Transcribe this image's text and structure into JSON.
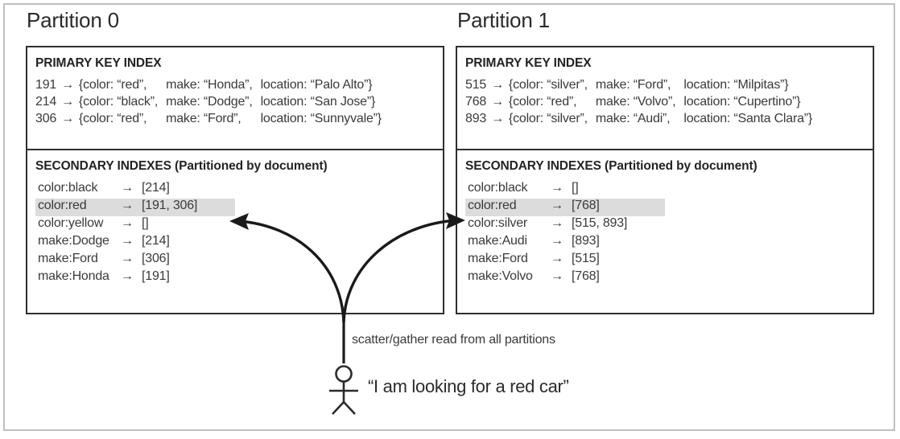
{
  "figure": {
    "partitions": [
      {
        "title": "Partition 0",
        "primary": {
          "heading": "PRIMARY KEY INDEX",
          "rows": [
            {
              "key": "191",
              "arrow": "→",
              "color": "{color: “red”,",
              "make": "make: “Honda”,",
              "location": "location: “Palo Alto”}"
            },
            {
              "key": "214",
              "arrow": "→",
              "color": "{color: “black”,",
              "make": "make: “Dodge”,",
              "location": "location: “San Jose”}"
            },
            {
              "key": "306",
              "arrow": "→",
              "color": "{color: “red”,",
              "make": "make: “Ford”,",
              "location": "location: “Sunnyvale”}"
            }
          ]
        },
        "secondary": {
          "heading": "SECONDARY INDEXES (Partitioned by document)",
          "rows": [
            {
              "term": "color:black",
              "arrow": "→",
              "postings": "[214]",
              "highlighted": false
            },
            {
              "term": "color:red",
              "arrow": "→",
              "postings": "[191, 306]",
              "highlighted": true
            },
            {
              "term": "color:yellow",
              "arrow": "→",
              "postings": "[]",
              "highlighted": false
            },
            {
              "term": "make:Dodge",
              "arrow": "→",
              "postings": "[214]",
              "highlighted": false
            },
            {
              "term": "make:Ford",
              "arrow": "→",
              "postings": "[306]",
              "highlighted": false
            },
            {
              "term": "make:Honda",
              "arrow": "→",
              "postings": "[191]",
              "highlighted": false
            }
          ]
        }
      },
      {
        "title": "Partition 1",
        "primary": {
          "heading": "PRIMARY KEY INDEX",
          "rows": [
            {
              "key": "515",
              "arrow": "→",
              "color": "{color: “silver”,",
              "make": "make: “Ford”,",
              "location": "location: “Milpitas”}"
            },
            {
              "key": "768",
              "arrow": "→",
              "color": "{color: “red”,",
              "make": "make: “Volvo”,",
              "location": "location: “Cupertino”}"
            },
            {
              "key": "893",
              "arrow": "→",
              "color": "{color: “silver”,",
              "make": "make: “Audi”,",
              "location": "location: “Santa Clara”}"
            }
          ]
        },
        "secondary": {
          "heading": "SECONDARY INDEXES (Partitioned by document)",
          "rows": [
            {
              "term": "color:black",
              "arrow": "→",
              "postings": "[]",
              "highlighted": false
            },
            {
              "term": "color:red",
              "arrow": "→",
              "postings": "[768]",
              "highlighted": true
            },
            {
              "term": "color:silver",
              "arrow": "→",
              "postings": "[515, 893]",
              "highlighted": false
            },
            {
              "term": "make:Audi",
              "arrow": "→",
              "postings": "[893]",
              "highlighted": false
            },
            {
              "term": "make:Ford",
              "arrow": "→",
              "postings": "[515]",
              "highlighted": false
            },
            {
              "term": "make:Volvo",
              "arrow": "→",
              "postings": "[768]",
              "highlighted": false
            }
          ]
        }
      }
    ],
    "scatter_caption": "scatter/gather read from all partitions",
    "user_quote": "“I am looking for a red car”",
    "colors": {
      "highlight": "#dcdcdc",
      "box_border": "#2f2f2f",
      "outer_border": "#bfbfbf",
      "text": "#3a3a3a",
      "heading_text": "#232323"
    }
  }
}
